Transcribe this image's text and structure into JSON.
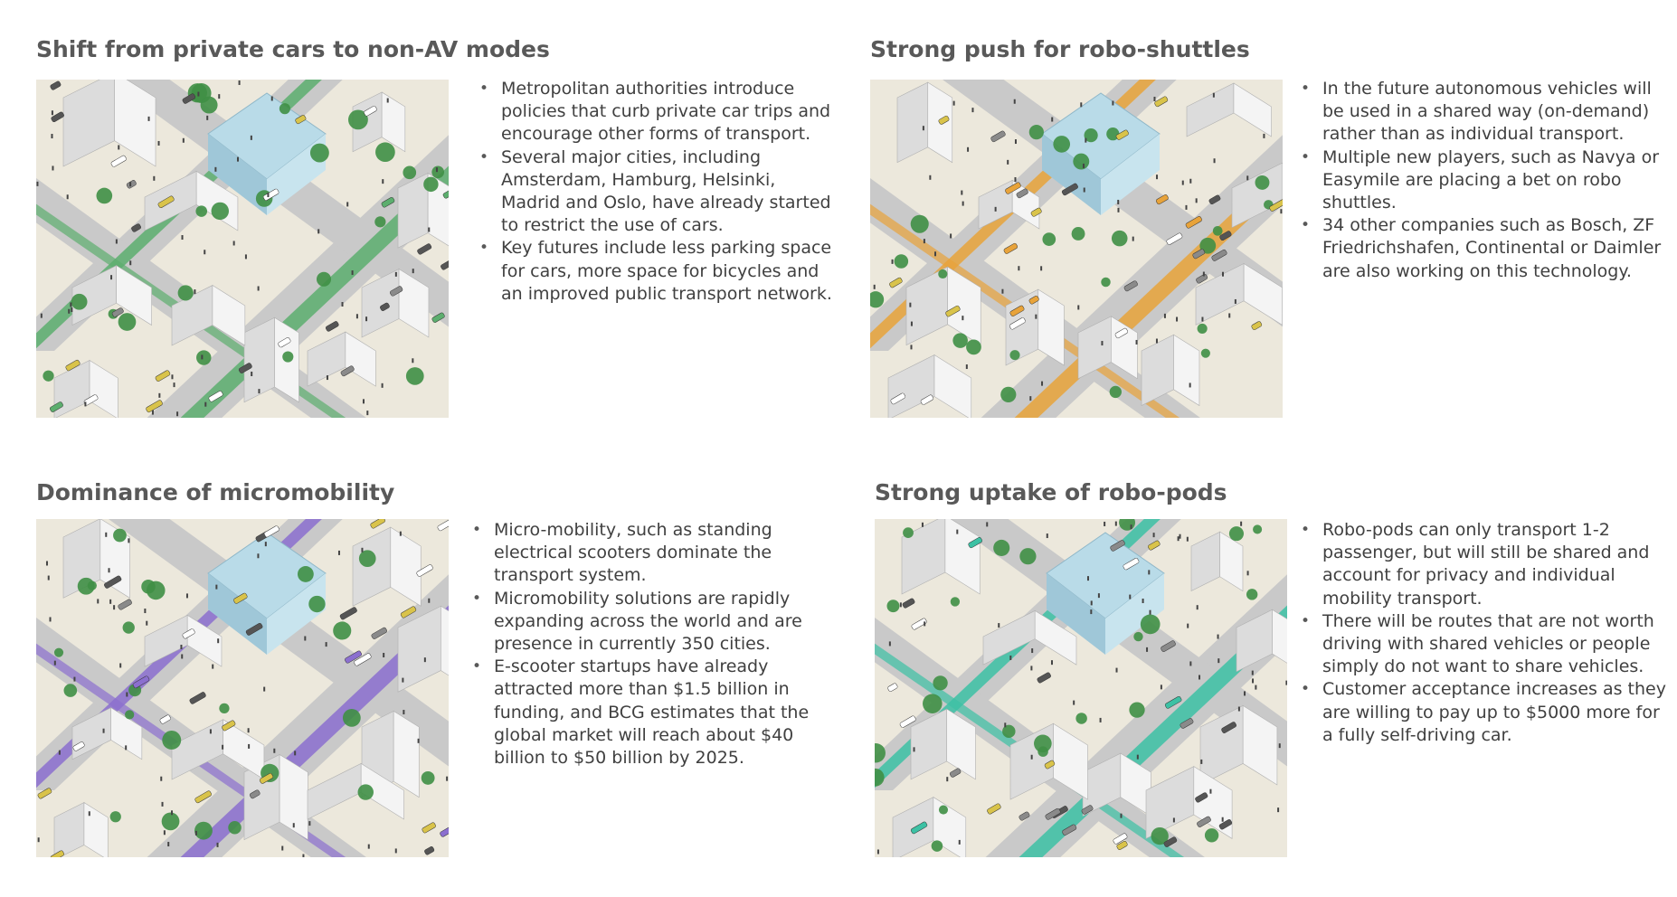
{
  "quadrants": [
    {
      "title": "Shift from private cars to non-AV modes",
      "accent": "#5cae6e",
      "image_icon": "city-illustration-green",
      "bullets": [
        "Metropolitan authorities introduce policies that curb private car trips and encourage other forms of transport.",
        "Several major cities, including Amsterdam, Hamburg, Helsinki, Madrid and Oslo, have already started to restrict the use of cars.",
        "Key futures include less parking space for cars, more space for bicycles and an improved public transport network."
      ]
    },
    {
      "title": "Strong push for robo-shuttles",
      "accent": "#e8a33a",
      "image_icon": "city-illustration-orange",
      "bullets": [
        "In the future autonomous vehicles will be used in a shared way (on-demand) rather than as individual transport.",
        "Multiple new players, such as Navya or Easymile are placing a bet on robo shuttles.",
        "34 other companies such as Bosch, ZF Friedrichshafen, Continental or Daimler are also working on this technology."
      ]
    },
    {
      "title": "Dominance of micromobility",
      "accent": "#8b6fcf",
      "image_icon": "city-illustration-purple",
      "bullets": [
        "Micro-mobility, such as standing electrical scooters dominate the transport system.",
        "Micromobility solutions are rapidly expanding across the world and are presence in currently 350 cities.",
        "E-scooter startups have already attracted more than $1.5 billion in funding, and BCG estimates that the global market will reach about $40 billion to $50 billion  by 2025."
      ]
    },
    {
      "title": "Strong uptake of robo-pods",
      "accent": "#3cc1a4",
      "image_icon": "city-illustration-teal",
      "bullets": [
        "Robo-pods can only transport 1-2 passenger, but will still be shared and account for privacy and individual mobility transport.",
        "There will be routes that are not worth driving with shared vehicles or people simply do not want to share vehicles.",
        "Customer acceptance increases as they are willing to pay up to $5000 more for a fully self-driving car."
      ]
    }
  ]
}
